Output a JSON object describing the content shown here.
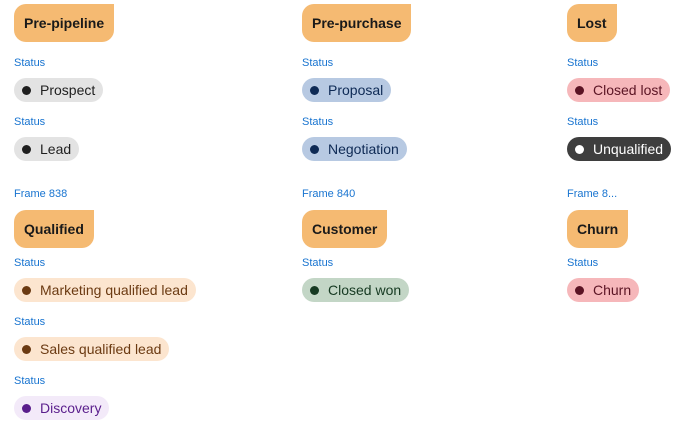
{
  "frames": {
    "frame_838": "Frame 838",
    "frame_840": "Frame 840",
    "frame_8x": "Frame 8..."
  },
  "status_label": "Status",
  "groups": {
    "pre_pipeline": {
      "title": "Pre-pipeline",
      "statuses": [
        {
          "label": "Prospect",
          "bg": "#E3E3E3",
          "fg": "#1F1F1F",
          "dot": "#1F1F1F"
        },
        {
          "label": "Lead",
          "bg": "#E3E3E3",
          "fg": "#1F1F1F",
          "dot": "#1F1F1F"
        }
      ]
    },
    "pre_purchase": {
      "title": "Pre-purchase",
      "statuses": [
        {
          "label": "Proposal",
          "bg": "#B7C9E2",
          "fg": "#0E2A55",
          "dot": "#0E2A55"
        },
        {
          "label": "Negotiation",
          "bg": "#B7C9E2",
          "fg": "#0E2A55",
          "dot": "#0E2A55"
        }
      ]
    },
    "lost": {
      "title": "Lost",
      "statuses": [
        {
          "label": "Closed lost",
          "bg": "#F6B7BA",
          "fg": "#5B1424",
          "dot": "#5B1424"
        },
        {
          "label": "Unqualified",
          "bg": "#3E3E3E",
          "fg": "#FFFFFF",
          "dot": "#FFFFFF"
        }
      ]
    },
    "qualified": {
      "title": "Qualified",
      "statuses": [
        {
          "label": "Marketing qualified lead",
          "bg": "#FCE5CF",
          "fg": "#6B3A12",
          "dot": "#6B3A12"
        },
        {
          "label": "Sales qualified lead",
          "bg": "#FCE5CF",
          "fg": "#6B3A12",
          "dot": "#6B3A12"
        },
        {
          "label": "Discovery",
          "bg": "#F3EAF9",
          "fg": "#5A1E8C",
          "dot": "#5A1E8C"
        }
      ]
    },
    "customer": {
      "title": "Customer",
      "statuses": [
        {
          "label": "Closed won",
          "bg": "#C3D6C6",
          "fg": "#163A22",
          "dot": "#163A22"
        }
      ]
    },
    "churn": {
      "title": "Churn",
      "statuses": [
        {
          "label": "Churn",
          "bg": "#F6B7BA",
          "fg": "#5B1424",
          "dot": "#5B1424"
        }
      ]
    }
  }
}
